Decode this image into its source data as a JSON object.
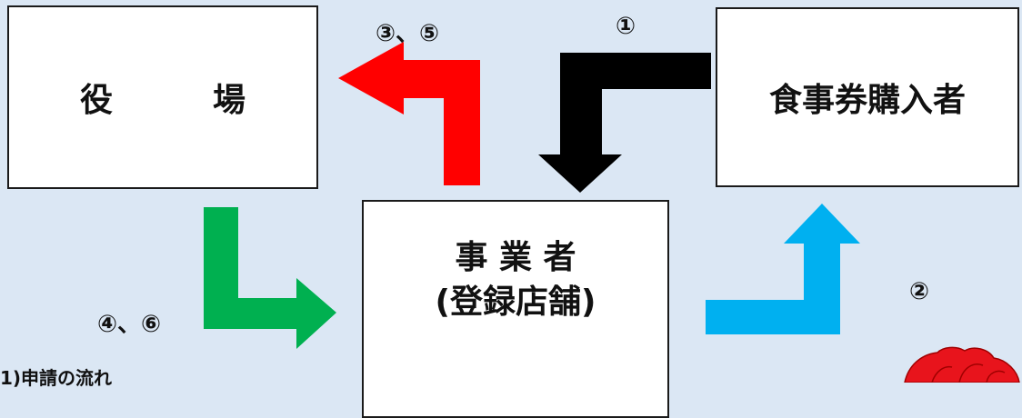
{
  "boxes": {
    "yakuba": {
      "char1": "役",
      "char2": "場"
    },
    "buyer": {
      "label": "食事券購入者"
    },
    "business": {
      "line1": "事 業 者",
      "line2": "(登録店舗)"
    }
  },
  "step_labels": {
    "red": "③、⑤",
    "black": "①",
    "blue": "②",
    "green": "④、⑥"
  },
  "caption": "1)申請の流れ",
  "colors": {
    "background": "#dbe7f4",
    "red_arrow": "#ff0000",
    "black_arrow": "#000000",
    "blue_arrow": "#00b0f0",
    "green_arrow": "#00b050"
  }
}
